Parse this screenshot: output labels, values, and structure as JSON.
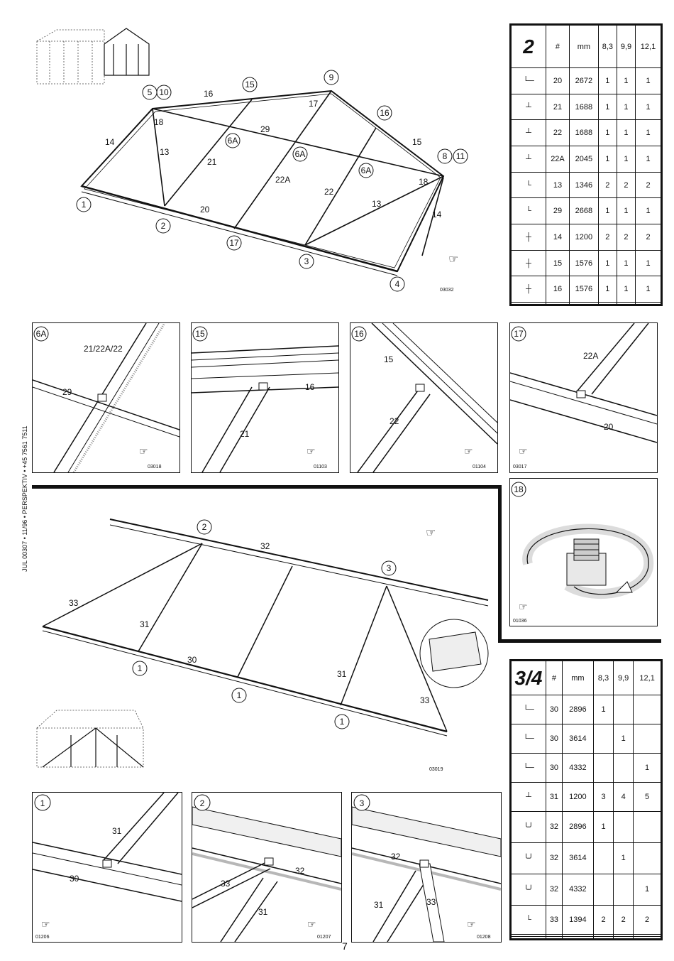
{
  "table_2": {
    "title": "2",
    "headers": [
      "#",
      "mm",
      "8,3",
      "9,9",
      "12,1"
    ],
    "rows": [
      {
        "num": "20",
        "mm": "2672",
        "a": "1",
        "b": "1",
        "c": "1"
      },
      {
        "num": "21",
        "mm": "1688",
        "a": "1",
        "b": "1",
        "c": "1"
      },
      {
        "num": "22",
        "mm": "1688",
        "a": "1",
        "b": "1",
        "c": "1"
      },
      {
        "num": "22A",
        "mm": "2045",
        "a": "1",
        "b": "1",
        "c": "1"
      },
      {
        "num": "13",
        "mm": "1346",
        "a": "2",
        "b": "2",
        "c": "2"
      },
      {
        "num": "29",
        "mm": "2668",
        "a": "1",
        "b": "1",
        "c": "1"
      },
      {
        "num": "14",
        "mm": "1200",
        "a": "2",
        "b": "2",
        "c": "2"
      },
      {
        "num": "15",
        "mm": "1576",
        "a": "1",
        "b": "1",
        "c": "1"
      },
      {
        "num": "16",
        "mm": "1576",
        "a": "1",
        "b": "1",
        "c": "1"
      }
    ]
  },
  "table_34": {
    "title": "3/4",
    "headers": [
      "#",
      "mm",
      "8,3",
      "9,9",
      "12,1"
    ],
    "rows": [
      {
        "num": "30",
        "mm": "2896",
        "a": "1",
        "b": "",
        "c": ""
      },
      {
        "num": "30",
        "mm": "3614",
        "a": "",
        "b": "1",
        "c": ""
      },
      {
        "num": "30",
        "mm": "4332",
        "a": "",
        "b": "",
        "c": "1"
      },
      {
        "num": "31",
        "mm": "1200",
        "a": "3",
        "b": "4",
        "c": "5"
      },
      {
        "num": "32",
        "mm": "2896",
        "a": "1",
        "b": "",
        "c": ""
      },
      {
        "num": "32",
        "mm": "3614",
        "a": "",
        "b": "1",
        "c": ""
      },
      {
        "num": "32",
        "mm": "4332",
        "a": "",
        "b": "",
        "c": "1"
      },
      {
        "num": "33",
        "mm": "1394",
        "a": "2",
        "b": "2",
        "c": "2"
      }
    ]
  },
  "diagram_top": {
    "code": "03032",
    "labels": {
      "l14a": "14",
      "l16": "16",
      "l17": "17",
      "l18a": "18",
      "l13a": "13",
      "l21": "21",
      "l29": "29",
      "l22a": "22A",
      "l22": "22",
      "l15": "15",
      "l18b": "18",
      "l13b": "13",
      "l14b": "14",
      "l20": "20"
    },
    "circles": {
      "c1": "1",
      "c2": "2",
      "c3": "3",
      "c4": "4",
      "c5": "5",
      "c10": "10",
      "c15": "15",
      "c9": "9",
      "c16": "16",
      "c6a1": "6A",
      "c6a2": "6A",
      "c6a3": "6A",
      "c8": "8",
      "c11": "11",
      "c17": "17"
    }
  },
  "detail_panels": [
    {
      "id": "6A",
      "labels": [
        "21/22A/22",
        "29"
      ],
      "code": "03018"
    },
    {
      "id": "15",
      "labels": [
        "16",
        "21"
      ],
      "code": "01103"
    },
    {
      "id": "16",
      "labels": [
        "15",
        "22"
      ],
      "code": "01104"
    },
    {
      "id": "17",
      "labels": [
        "22A",
        "20"
      ],
      "code": "03017"
    },
    {
      "id": "18",
      "labels": [],
      "code": "01036"
    }
  ],
  "diagram_mid": {
    "code": "03019",
    "labels": {
      "l32": "32",
      "l33a": "33",
      "l31a": "31",
      "l30": "30",
      "l31b": "31",
      "l33b": "33"
    },
    "circles": {
      "c2": "2",
      "c3": "3",
      "c1a": "1",
      "c1b": "1",
      "c1c": "1"
    }
  },
  "bottom_panels": [
    {
      "id": "1",
      "labels": [
        "31",
        "30"
      ],
      "code": "01206"
    },
    {
      "id": "2",
      "labels": [
        "32",
        "33",
        "31"
      ],
      "code": "01207"
    },
    {
      "id": "3",
      "labels": [
        "32",
        "31",
        "33"
      ],
      "code": "01208"
    }
  ],
  "side_text": "JUL 00307 • 11/96 • PERSPEKTIV • +45 7561 7511",
  "page_number": "7"
}
